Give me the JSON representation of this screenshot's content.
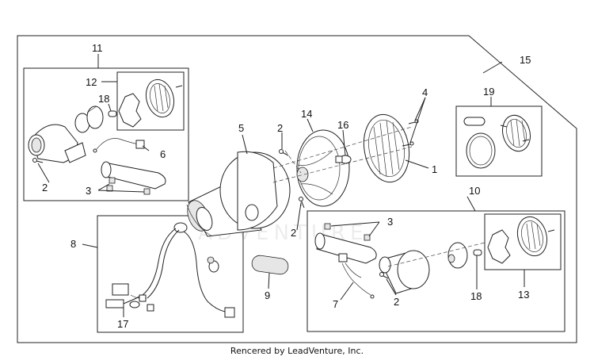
{
  "labels": {
    "l1": "1",
    "l2a": "2",
    "l2b": "2",
    "l2c": "2",
    "l2d": "2",
    "l3a": "3",
    "l3b": "3",
    "l4": "4",
    "l5": "5",
    "l6": "6",
    "l7": "7",
    "l8": "8",
    "l9": "9",
    "l10": "10",
    "l11": "11",
    "l12": "12",
    "l13": "13",
    "l14": "14",
    "l15": "15",
    "l16": "16",
    "l17": "17",
    "l18a": "18",
    "l18b": "18",
    "l19": "19"
  },
  "watermark": "ADVENTURE",
  "footer": "Rencered by LeadVenture, Inc."
}
